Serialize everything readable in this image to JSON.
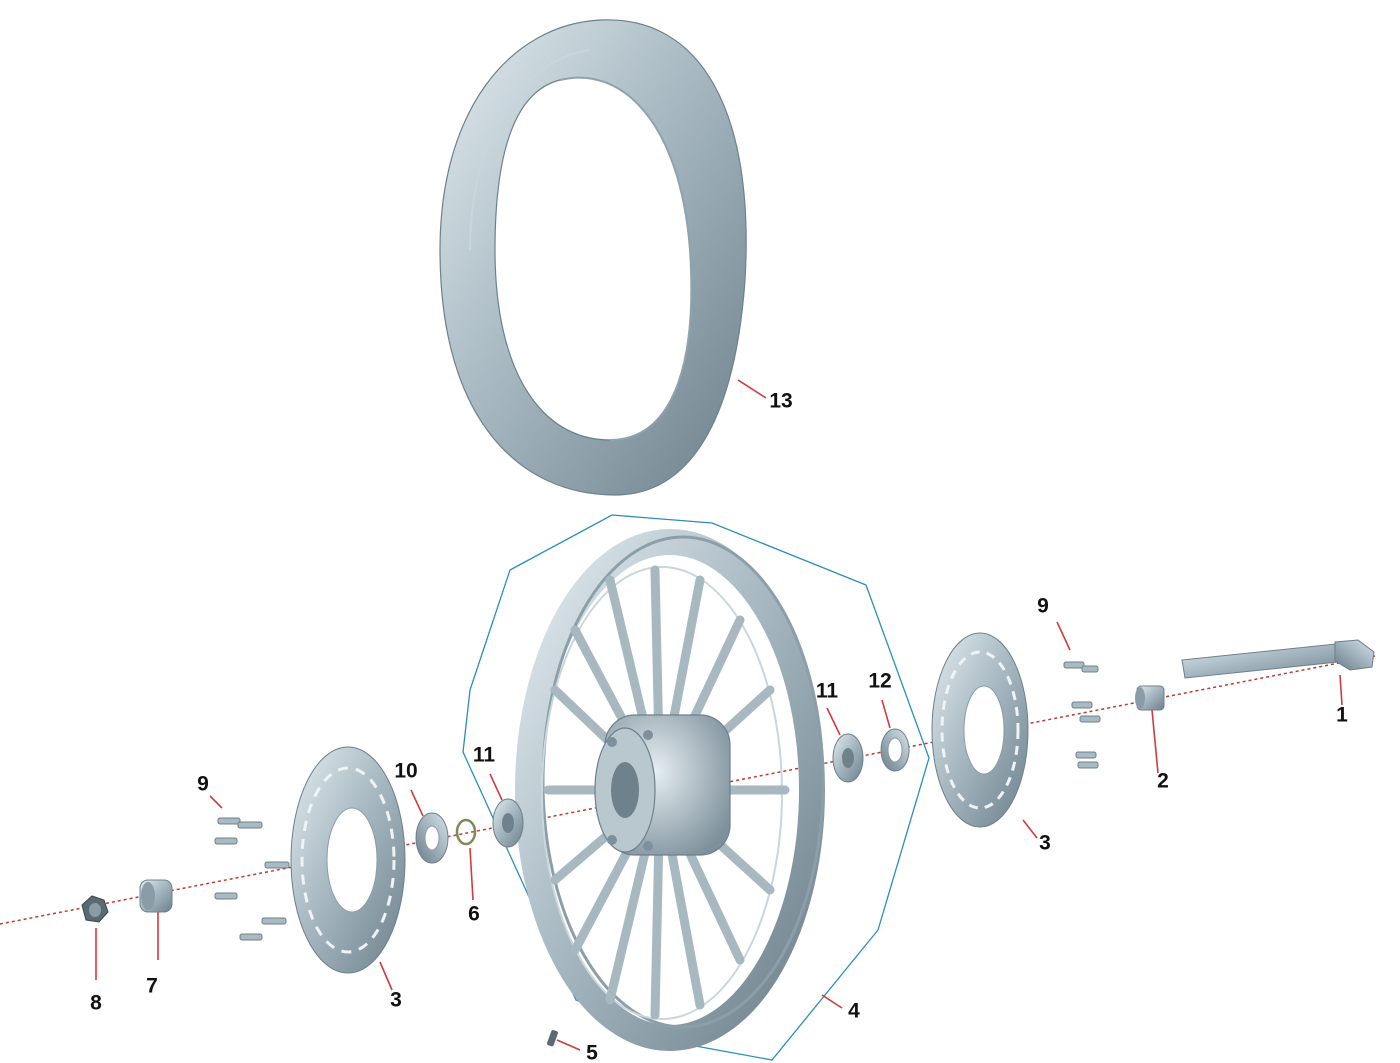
{
  "colors": {
    "part_fill": "#a9bac3",
    "part_light": "#dce7ec",
    "part_dark": "#6d808b",
    "axis_line": "#c0392b",
    "leader_line": "#d23b3b",
    "group_outline": "#2b8fb8",
    "label_text": "#111111"
  },
  "callouts": [
    {
      "id": "c1",
      "text": "1"
    },
    {
      "id": "c2",
      "text": "2"
    },
    {
      "id": "c3a",
      "text": "3"
    },
    {
      "id": "c3b",
      "text": "3"
    },
    {
      "id": "c4",
      "text": "4"
    },
    {
      "id": "c5",
      "text": "5"
    },
    {
      "id": "c6",
      "text": "6"
    },
    {
      "id": "c7",
      "text": "7"
    },
    {
      "id": "c8",
      "text": "8"
    },
    {
      "id": "c9a",
      "text": "9"
    },
    {
      "id": "c9b",
      "text": "9"
    },
    {
      "id": "c10",
      "text": "10"
    },
    {
      "id": "c11a",
      "text": "11"
    },
    {
      "id": "c11b",
      "text": "11"
    },
    {
      "id": "c12",
      "text": "12"
    },
    {
      "id": "c13",
      "text": "13"
    }
  ]
}
